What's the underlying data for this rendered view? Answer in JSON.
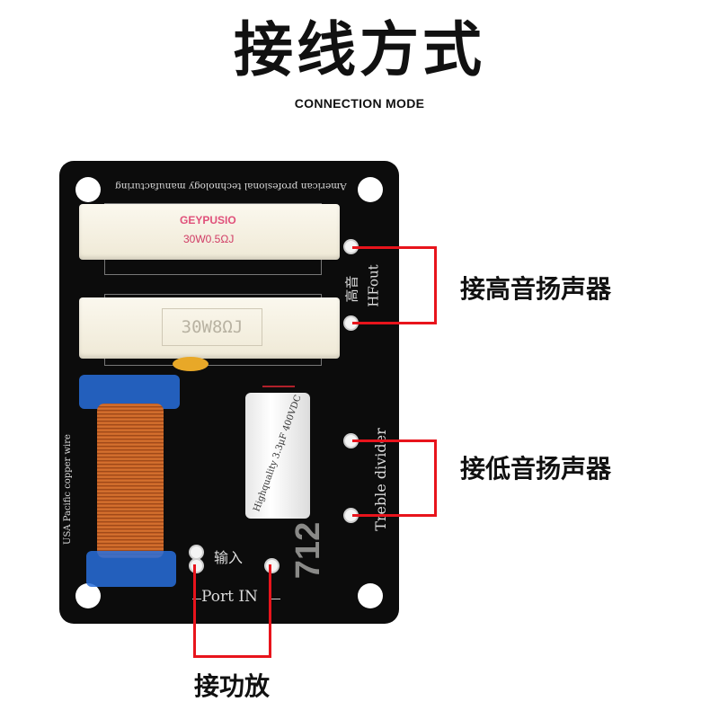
{
  "heading": {
    "title": "接线方式",
    "subtitle": "CONNECTION MODE"
  },
  "board": {
    "top_text": "American profesional technology manufacturing",
    "resistor1_brand": "GEYPUSIO",
    "resistor1_value": "30W0.5ΩJ",
    "resistor2_value": "30W8ΩJ",
    "coil_text": "USA Pacific copper wire",
    "cap_text": "Highquality 3.3μF 400VDC",
    "hf_cn": "高音",
    "hf_en": "HFout",
    "treble_text": "Treble divider",
    "input_cn": "输入",
    "port_text": "Port IN",
    "model_number": "712"
  },
  "callouts": {
    "tweeter": "接高音扬声器",
    "woofer": "接低音扬声器",
    "amp": "接功放"
  },
  "colors": {
    "line": "#e8141c",
    "board": "#0c0c0c",
    "copper": "#c0602a",
    "bobbin": "#2e6fdc"
  }
}
